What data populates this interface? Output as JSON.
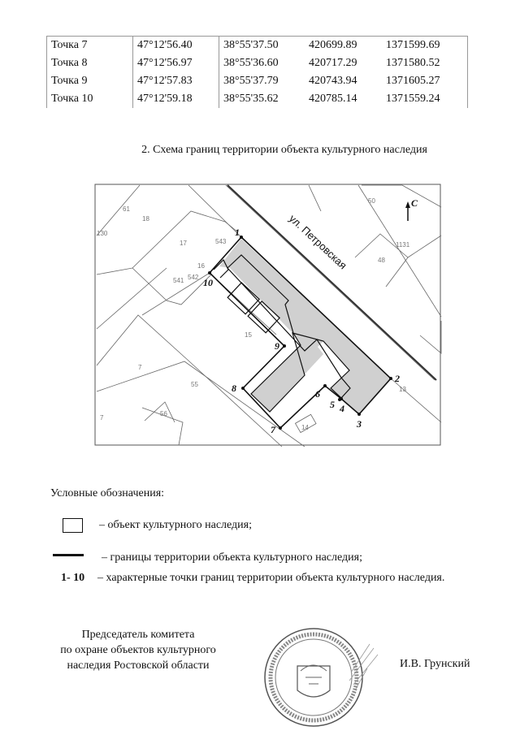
{
  "coordinates_table": {
    "rows": [
      [
        "Точка 7",
        "47°12'56.40",
        "38°55'37.50",
        "420699.89",
        "1371599.69"
      ],
      [
        "Точка 8",
        "47°12'56.97",
        "38°55'36.60",
        "420717.29",
        "1371580.52"
      ],
      [
        "Точка 9",
        "47°12'57.83",
        "38°55'37.79",
        "420743.94",
        "1371605.27"
      ],
      [
        "Точка 10",
        "47°12'59.18",
        "38°55'35.62",
        "420785.14",
        "1371559.24"
      ]
    ]
  },
  "scheme_title": "2. Схема границ территории объекта культурного наследия",
  "map": {
    "street_label": "ул. Петровская",
    "north_label": "С",
    "parcel_labels": [
      "61",
      "18",
      "130",
      "17",
      "543",
      "16",
      "541",
      "542",
      "50",
      "1131",
      "48",
      "15",
      "7",
      "55",
      "7",
      "56",
      "14",
      "13"
    ],
    "points": [
      "1",
      "2",
      "3",
      "4",
      "5",
      "6",
      "7",
      "8",
      "9",
      "10"
    ],
    "colors": {
      "boundary": "#111111",
      "territory_fill": "#c8c8c8",
      "cadastre_lines": "#666666"
    }
  },
  "legend": {
    "title": "Условные обозначения:",
    "items": [
      {
        "symbol": "box",
        "text": "– объект культурного наследия;"
      },
      {
        "symbol": "thick-line",
        "text": "– границы территории объекта культурного наследия;"
      },
      {
        "symbol": "1- 10",
        "text": "– характерные точки границ территории объекта культурного наследия."
      }
    ]
  },
  "signature": {
    "position_lines": [
      "Председатель комитета",
      "по охране объектов культурного",
      "наследия Ростовской области"
    ],
    "name": "И.В. Грунский",
    "stamp_text": "комитет по охране объектов культурного наследия Ростовской области"
  }
}
